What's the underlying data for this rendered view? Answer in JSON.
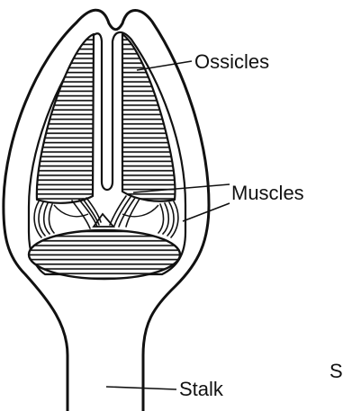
{
  "labels": {
    "ossicles": "Ossicles",
    "muscles": "Muscles",
    "stalk": "Stalk",
    "edge_fragment": "S"
  },
  "colors": {
    "ink": "#111111",
    "paper": "#ffffff"
  }
}
